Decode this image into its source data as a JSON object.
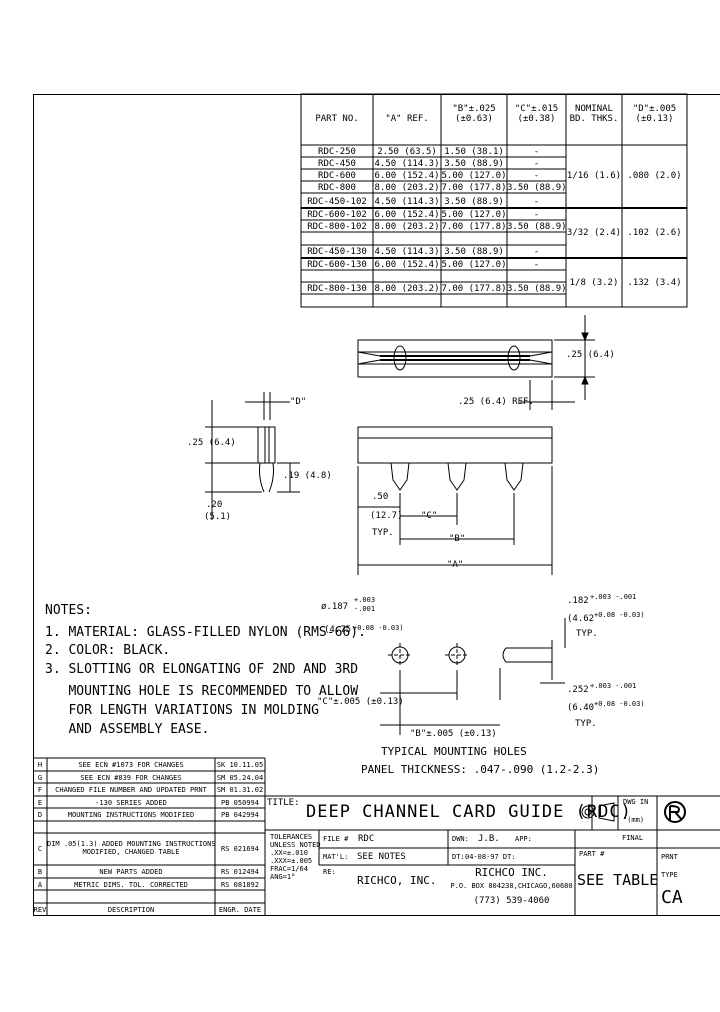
{
  "table": {
    "headers": [
      "PART NO.",
      "\"A\" REF.",
      "\"B\"±.025\n(±0.63)",
      "\"C\"±.015\n(±0.38)",
      "NOMINAL\nBD. THKS.",
      "\"D\"±.005\n(±0.13)"
    ],
    "rows": [
      [
        "RDC-250",
        "2.50 (63.5)",
        "1.50 (38.1)",
        "-"
      ],
      [
        "RDC-450",
        "4.50 (114.3)",
        "3.50 (88.9)",
        "-"
      ],
      [
        "RDC-600",
        "6.00 (152.4)",
        "5.00 (127.0)",
        "-"
      ],
      [
        "RDC-800",
        "8.00 (203.2)",
        "7.00 (177.8)",
        "3.50 (88.9)"
      ],
      [
        "RDC-450-102",
        "4.50 (114.3)",
        "3.50 (88.9)",
        "-"
      ],
      [
        "RDC-600-102",
        "6.00 (152.4)",
        "5.00 (127.0)",
        "-"
      ],
      [
        "RDC-800-102",
        "8.00 (203.2)",
        "7.00 (177.8)",
        "3.50 (88.9)"
      ],
      [
        "RDC-450-130",
        "4.50 (114.3)",
        "3.50 (88.9)",
        "-"
      ],
      [
        "RDC-600-130",
        "6.00 (152.4)",
        "5.00 (127.0)",
        "-"
      ],
      [
        "RDC-800-130",
        "8.00 (203.2)",
        "7.00 (177.8)",
        "3.50 (88.9)"
      ]
    ],
    "groups": [
      {
        "thk": "1/16 (1.6)",
        "d": ".080 (2.0)"
      },
      {
        "thk": "3/32 (2.4)",
        "d": ".102 (2.6)"
      },
      {
        "thk": "1/8 (3.2)",
        "d": ".132 (3.4)"
      }
    ]
  },
  "dims": {
    "top_h": ".25 (6.4)",
    "ref": ".25 (6.4) REF.",
    "d": "\"D\"",
    "side_h": ".25 (6.4)",
    "side_019": ".19 (4.8)",
    "side_020": ".20",
    "side_020m": "(5.1)",
    "front_050": ".50",
    "front_050m": "(12.7)",
    "typ": "TYP.",
    "c": "\"C\"",
    "b": "\"B\"",
    "a": "\"A\"",
    "hole_dia": "ø.187",
    "hole_tol_p": "+.003",
    "hole_tol_m": "-.001",
    "hole_mm": "(4.75",
    "hole_mm_tol": "+0.08 -0.03)",
    "right_182": ".182",
    "right_182_tol": "+.003 -.001",
    "right_182_mm": "(4.62",
    "right_182_mm_tol": "+0.08 -0.03)",
    "right_typ": "TYP.",
    "right_252": ".252",
    "right_252_tol": "+.003 -.001",
    "right_252_mm": "(6.40",
    "right_252_mm_tol": "+0.08 -0.03)",
    "right_typ2": "TYP.",
    "c_tol": "\"C\"±.005 (±0.13)",
    "b_tol": "\"B\"±.005 (±0.13)",
    "holes_caption": "TYPICAL MOUNTING HOLES",
    "panel": "PANEL THICKNESS: .047-.090 (1.2-2.3)"
  },
  "notes": {
    "title": "NOTES:",
    "items": [
      "1. MATERIAL: GLASS-FILLED NYLON (RMS-66).",
      "2. COLOR: BLACK.",
      "3. SLOTTING OR ELONGATING OF 2ND AND 3RD",
      "   MOUNTING HOLE IS RECOMMENDED TO ALLOW",
      "   FOR LENGTH VARIATIONS IN MOLDING",
      "   AND ASSEMBLY EASE."
    ]
  },
  "revisions": [
    [
      "H",
      "SEE ECN #1073 FOR CHANGES",
      "SK 10.11.05"
    ],
    [
      "G",
      "SEE ECN #839 FOR CHANGES",
      "SM 05.24.04"
    ],
    [
      "F",
      "CHANGED FILE NUMBER AND UPDATED PRNT",
      "SM 01.31.02"
    ],
    [
      "E",
      "-130 SERIES ADDED",
      "PB 050994"
    ],
    [
      "D",
      "MOUNTING INSTRUCTIONS MODIFIED",
      "PB 042994"
    ],
    [
      "C",
      "DIM .05(1.3) ADDED MOUNTING INSTRUCTIONS\nMODIFIED, CHANGED TABLE",
      "RS 021694"
    ],
    [
      "B",
      "NEW PARTS ADDED",
      "RS 012494"
    ],
    [
      "A",
      "METRIC DIMS. TOL. CORRECTED",
      "RS 081892"
    ],
    [
      "REV",
      "DESCRIPTION",
      "ENGR. DATE"
    ]
  ],
  "titleblock": {
    "title_label": "TITLE:",
    "title": "DEEP CHANNEL CARD GUIDE (RDC)",
    "dwg_in": "DWG IN",
    "units": "\"(mm)",
    "final": "FINAL",
    "tolerances": "TOLERANCES\nUNLESS NOTED\n.XX=±.010\n.XXX=±.005\nFRAC=1/64\nANG=1°",
    "file_label": "FILE #",
    "file": "RDC",
    "dwn_label": "DWN:",
    "dwn": "J.B.",
    "app_label": "APP:",
    "part_label": "PART #",
    "prnt_label": "PRNT",
    "matl_label": "MAT'L:",
    "matl": "SEE NOTES",
    "dt_label": "DT:",
    "dt": "04-08-97 DT:",
    "type_label": "TYPE",
    "re_label": "RE:",
    "re": "RICHCO, INC.",
    "company": "RICHCO INC.",
    "address": "P.O. BOX 804238,CHICAGO,60680",
    "phone": "(773) 539-4060",
    "see_table": "SEE TABLE",
    "type": "CA"
  }
}
